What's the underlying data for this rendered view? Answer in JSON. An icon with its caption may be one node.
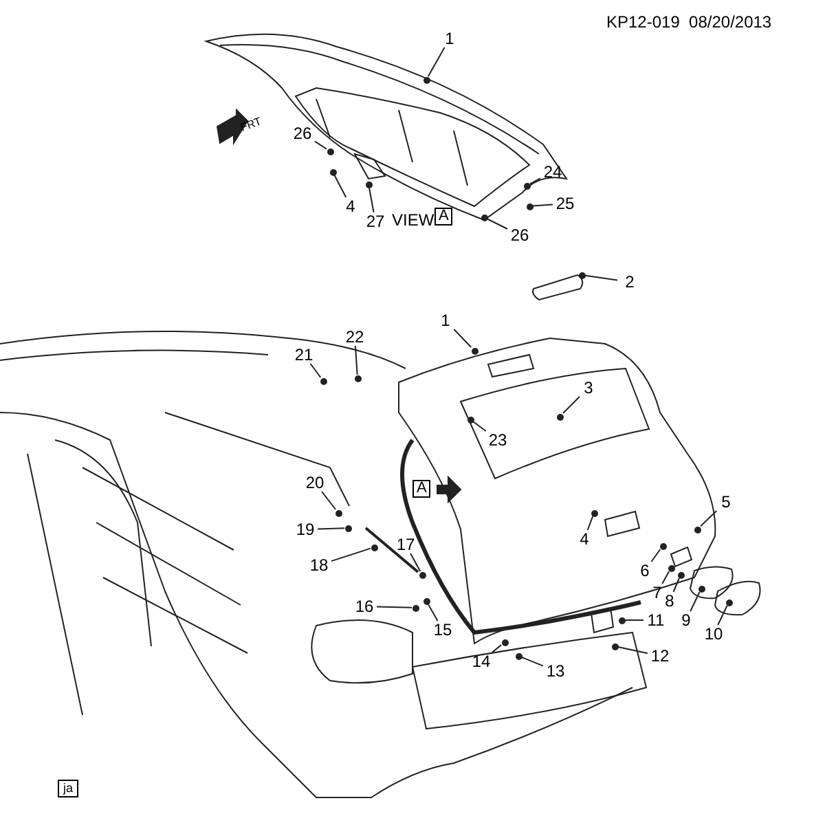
{
  "diagram": {
    "nodes": [
      {
        "text": [
          "1"
        ]
      },
      {
        "text": [
          "26"
        ]
      },
      {
        "text": [
          "4"
        ]
      },
      {
        "text": [
          "27"
        ]
      },
      {
        "text": [
          "24"
        ]
      },
      {
        "text": [
          "25"
        ]
      },
      {
        "text": [
          "26"
        ]
      },
      {
        "text": [
          "1"
        ]
      },
      {
        "text": [
          "2"
        ]
      },
      {
        "text": [
          "22"
        ]
      },
      {
        "text": [
          "21"
        ]
      },
      {
        "text": [
          "3"
        ]
      },
      {
        "text": [
          "23"
        ]
      },
      {
        "text": [
          "20"
        ]
      },
      {
        "text": [
          "19"
        ]
      },
      {
        "text": [
          "18"
        ]
      },
      {
        "text": [
          "17"
        ]
      },
      {
        "text": [
          "5"
        ]
      },
      {
        "text": [
          "4"
        ]
      },
      {
        "text": [
          "6"
        ]
      },
      {
        "text": [
          "7"
        ]
      },
      {
        "text": [
          "8"
        ]
      },
      {
        "text": [
          "9"
        ]
      },
      {
        "text": [
          "10"
        ]
      },
      {
        "text": [
          "16"
        ]
      },
      {
        "text": [
          "15"
        ]
      },
      {
        "text": [
          "11"
        ]
      },
      {
        "text": [
          "12"
        ]
      },
      {
        "text": [
          "14"
        ]
      },
      {
        "text": [
          "13"
        ]
      },
      {
        "text": [],
        "shape": "circle"
      },
      {
        "text": [],
        "shape": "circle"
      },
      {
        "text": [],
        "shape": "circle"
      },
      {
        "text": [],
        "shape": "circle"
      },
      {
        "text": [],
        "shape": "circle"
      },
      {
        "text": [],
        "shape": "circle"
      },
      {
        "text": [],
        "shape": "circle"
      },
      {
        "text": [],
        "shape": "circle"
      },
      {
        "text": [],
        "shape": "circle"
      },
      {
        "text": [],
        "shape": "circle"
      },
      {
        "text": [],
        "shape": "circle"
      },
      {
        "text": [],
        "shape": "circle"
      },
      {
        "text": [],
        "shape": "circle"
      },
      {
        "text": [],
        "shape": "circle"
      },
      {
        "text": [],
        "shape": "circle"
      },
      {
        "text": [],
        "shape": "circle"
      },
      {
        "text": [],
        "shape": "circle"
      },
      {
        "text": [],
        "shape": "circle"
      },
      {
        "text": [],
        "shape": "circle"
      },
      {
        "text": [],
        "shape": "circle"
      },
      {
        "text": [],
        "shape": "circle"
      },
      {
        "text": [],
        "shape": "circle"
      },
      {
        "text": [],
        "shape": "circle"
      },
      {
        "text": [],
        "shape": "circle"
      },
      {
        "text": [],
        "shape": "circle"
      },
      {
        "text": [],
        "shape": "circle"
      },
      {
        "text": [],
        "shape": "circle"
      },
      {
        "text": [],
        "shape": "circle"
      },
      {
        "text": [],
        "shape": "circle"
      },
      {
        "text": [],
        "shape": "circle"
      }
    ],
    "edges": [
      {
        "from": 0,
        "to": 30,
        "arrow": "none"
      },
      {
        "from": 1,
        "to": 31,
        "arrow": "none"
      },
      {
        "from": 2,
        "to": 32,
        "arrow": "none"
      },
      {
        "from": 3,
        "to": 33,
        "arrow": "none"
      },
      {
        "from": 4,
        "to": 34,
        "arrow": "none"
      },
      {
        "from": 5,
        "to": 35,
        "arrow": "none"
      },
      {
        "from": 6,
        "to": 36,
        "arrow": "none"
      },
      {
        "from": 7,
        "to": 37,
        "arrow": "none"
      },
      {
        "from": 8,
        "to": 38,
        "arrow": "none"
      },
      {
        "from": 9,
        "to": 39,
        "arrow": "none"
      },
      {
        "from": 10,
        "to": 40,
        "arrow": "none"
      },
      {
        "from": 11,
        "to": 41,
        "arrow": "none"
      },
      {
        "from": 12,
        "to": 42,
        "arrow": "none"
      },
      {
        "from": 13,
        "to": 43,
        "arrow": "none"
      },
      {
        "from": 14,
        "to": 44,
        "arrow": "none"
      },
      {
        "from": 15,
        "to": 45,
        "arrow": "none"
      },
      {
        "from": 16,
        "to": 46,
        "arrow": "none"
      },
      {
        "from": 17,
        "to": 47,
        "arrow": "none"
      },
      {
        "from": 18,
        "to": 48,
        "arrow": "none"
      },
      {
        "from": 19,
        "to": 49,
        "arrow": "none"
      },
      {
        "from": 20,
        "to": 50,
        "arrow": "none"
      },
      {
        "from": 21,
        "to": 51,
        "arrow": "none"
      },
      {
        "from": 22,
        "to": 52,
        "arrow": "none"
      },
      {
        "from": 23,
        "to": 53,
        "arrow": "none"
      },
      {
        "from": 24,
        "to": 54,
        "arrow": "none"
      },
      {
        "from": 25,
        "to": 55,
        "arrow": "none"
      },
      {
        "from": 26,
        "to": 56,
        "arrow": "none"
      },
      {
        "from": 27,
        "to": 57,
        "arrow": "none"
      },
      {
        "from": 28,
        "to": 58,
        "arrow": "none"
      },
      {
        "from": 29,
        "to": 59,
        "arrow": "none"
      }
    ],
    "labels": [
      "KP12-019  08/20/2013",
      "FRT",
      "VIEW",
      "A",
      "A",
      "ja"
    ]
  }
}
